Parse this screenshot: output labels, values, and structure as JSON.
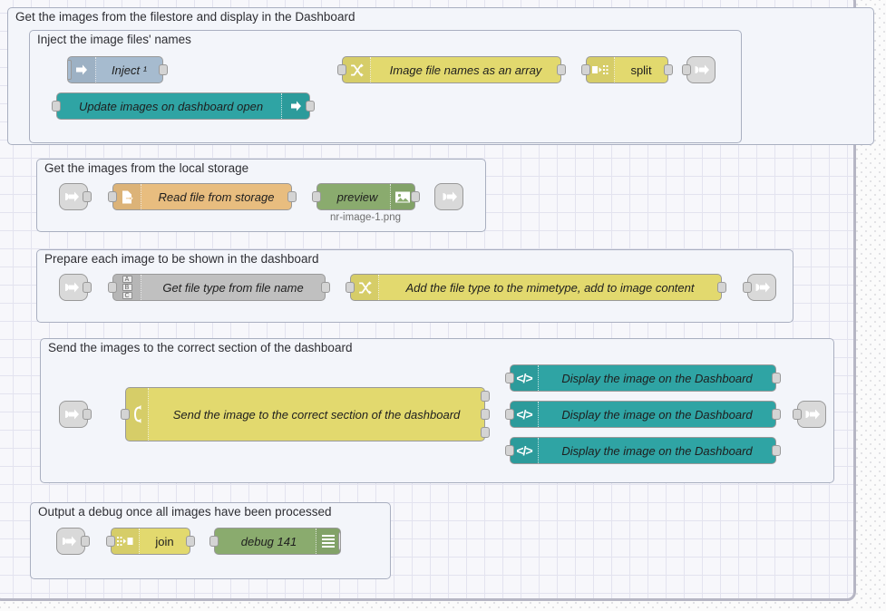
{
  "app": {
    "name": "Node-RED flow editor",
    "canvas": "flow-canvas"
  },
  "colors": {
    "inject": "#a6bbcf",
    "teal": "#2fa4a4",
    "yellow": "#e2d96e",
    "file": "#e8bd7f",
    "green": "#8aab6e",
    "grey": "#c0c0c0",
    "link": "#d9d9d9",
    "group_fill": "#f3f5fa",
    "group_border": "#a9afc0",
    "canvas_bg": "#f7f7fb",
    "grid_line": "#e3e3ef",
    "wire": "#999999"
  },
  "groups": [
    {
      "id": "outer",
      "label": "Get the images from the filestore and display in the Dashboard"
    },
    {
      "id": "inject",
      "label": "Inject the image files' names"
    },
    {
      "id": "storage",
      "label": "Get the images from the local storage"
    },
    {
      "id": "prepare",
      "label": "Prepare each image to be shown in the dashboard"
    },
    {
      "id": "send",
      "label": "Send the images to the correct section of the dashboard"
    },
    {
      "id": "debug",
      "label": "Output a debug once all images have been processed"
    }
  ],
  "nodes": {
    "inject_1": {
      "label": "Inject ¹",
      "type": "inject",
      "icon": "inject-arrow-icon"
    },
    "update_images": {
      "label": "Update images on dashboard open",
      "type": "dashboard-event",
      "icon": "arrow-right-icon"
    },
    "image_names": {
      "label": "Image file names as an array",
      "type": "change",
      "icon": "change-shuffle-icon"
    },
    "split": {
      "label": "split",
      "type": "split",
      "icon": "split-icon"
    },
    "link_out_1": {
      "label": "",
      "type": "link-out",
      "icon": "link-out-icon"
    },
    "link_in_2": {
      "label": "",
      "type": "link-in",
      "icon": "link-in-icon"
    },
    "read_file": {
      "label": "Read file from storage",
      "type": "file-in",
      "icon": "file-icon"
    },
    "preview": {
      "label": "preview",
      "type": "image-preview",
      "icon": "image-icon",
      "sublabel": "nr-image-1.png"
    },
    "link_out_2": {
      "label": "",
      "type": "link-out",
      "icon": "link-out-icon"
    },
    "link_in_3": {
      "label": "",
      "type": "link-in",
      "icon": "link-in-icon"
    },
    "file_type": {
      "label": "Get file type from file name",
      "type": "switch",
      "icon": "abc-icon"
    },
    "add_mimetype": {
      "label": "Add the file type to the mimetype, add to image content",
      "type": "change",
      "icon": "change-shuffle-icon"
    },
    "link_out_3": {
      "label": "",
      "type": "link-out",
      "icon": "link-out-icon"
    },
    "link_in_4": {
      "label": "",
      "type": "link-in",
      "icon": "link-in-icon"
    },
    "send_switch": {
      "label": "Send the image to the correct section of the dashboard",
      "type": "switch",
      "icon": "switch-branch-icon"
    },
    "display_1": {
      "label": "Display the image on the Dashboard",
      "type": "ui-template",
      "icon": "code-icon"
    },
    "display_2": {
      "label": "Display the image on the Dashboard",
      "type": "ui-template",
      "icon": "code-icon"
    },
    "display_3": {
      "label": "Display the image on the Dashboard",
      "type": "ui-template",
      "icon": "code-icon"
    },
    "link_out_4": {
      "label": "",
      "type": "link-out",
      "icon": "link-out-icon"
    },
    "link_in_5": {
      "label": "",
      "type": "link-in",
      "icon": "link-in-icon"
    },
    "join": {
      "label": "join",
      "type": "join",
      "icon": "join-icon"
    },
    "debug_141": {
      "label": "debug 141",
      "type": "debug",
      "icon": "debug-lines-icon"
    }
  }
}
